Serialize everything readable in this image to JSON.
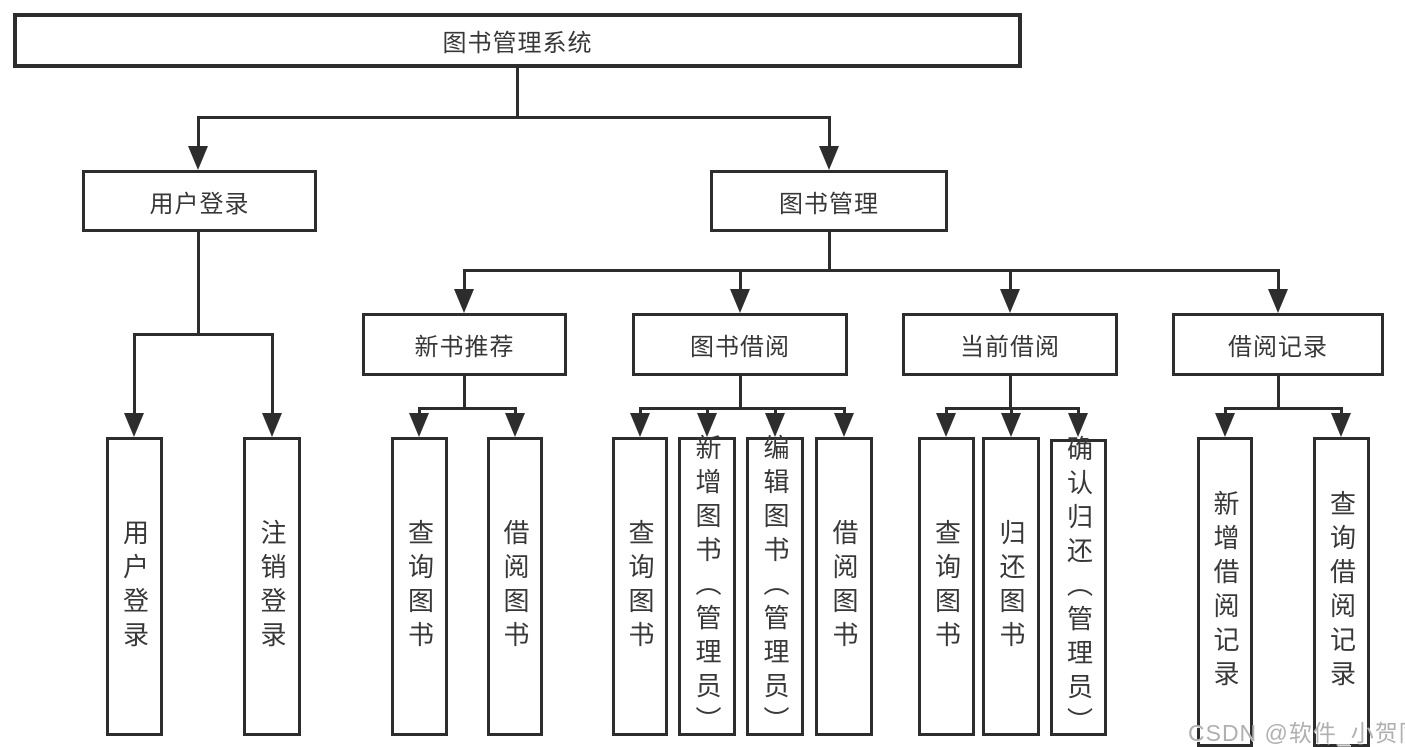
{
  "diagram": {
    "root": {
      "label": "图书管理系统"
    },
    "branches": [
      {
        "label": "用户登录",
        "children": [
          {
            "label": "用户登录"
          },
          {
            "label": "注销登录"
          }
        ]
      },
      {
        "label": "图书管理",
        "children": [
          {
            "label": "新书推荐",
            "children": [
              {
                "label": "查询图书"
              },
              {
                "label": "借阅图书"
              }
            ]
          },
          {
            "label": "图书借阅",
            "children": [
              {
                "label": "查询图书"
              },
              {
                "label": "新增图书（管理员）"
              },
              {
                "label": "编辑图书（管理员）"
              },
              {
                "label": "借阅图书"
              }
            ]
          },
          {
            "label": "当前借阅",
            "children": [
              {
                "label": "查询图书"
              },
              {
                "label": "归还图书"
              },
              {
                "label": "确认归还（管理员）"
              }
            ]
          },
          {
            "label": "借阅记录",
            "children": [
              {
                "label": "新增借阅记录"
              },
              {
                "label": "查询借阅记录"
              }
            ]
          }
        ]
      }
    ],
    "watermark": "CSDN @软件_小贺同学",
    "colors": {
      "line": "#2d2d2d",
      "box_border": "#2d2d2d",
      "text": "#383838",
      "watermark": "#b0b0b0",
      "background": "#ffffff"
    }
  }
}
